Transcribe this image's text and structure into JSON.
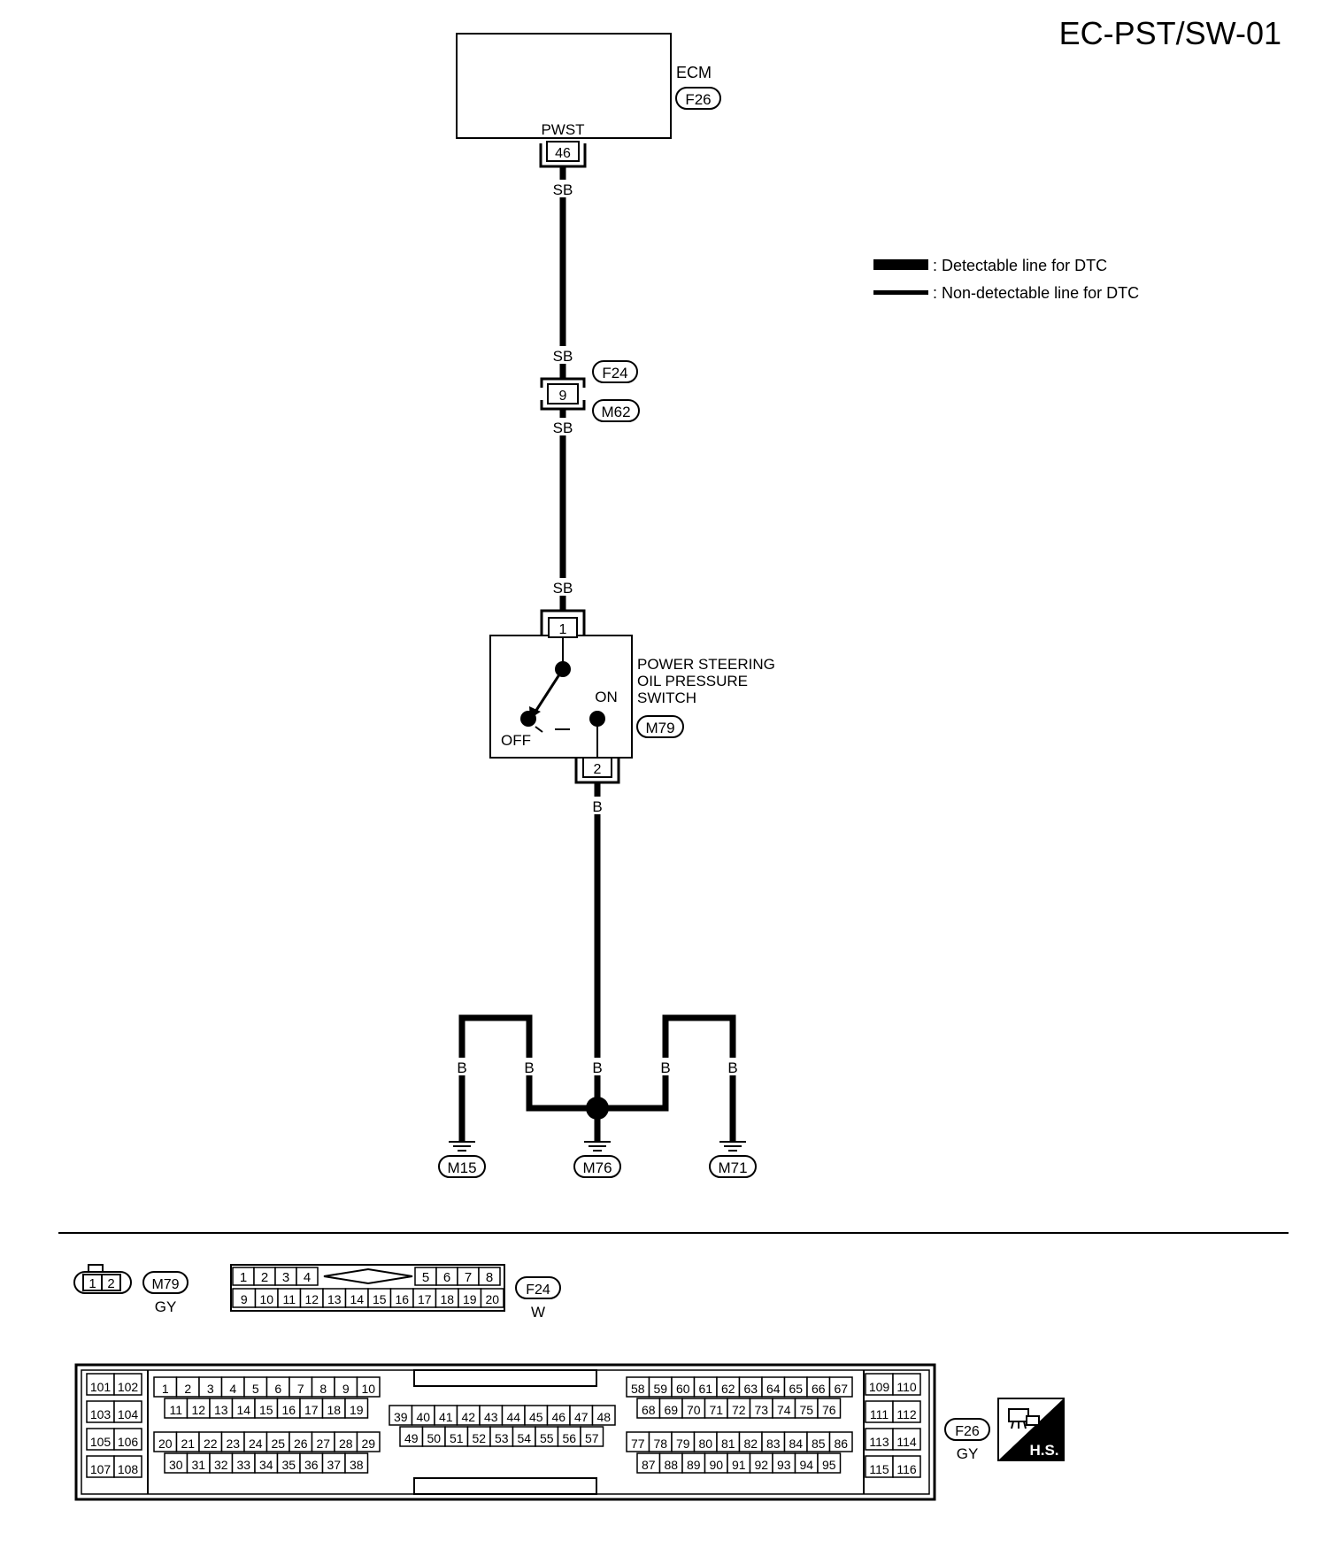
{
  "page_code": "EC-PST/SW-01",
  "legend": {
    "detectable": ": Detectable line for DTC",
    "non_detectable": ": Non-detectable line for DTC"
  },
  "ecm": {
    "name": "ECM",
    "connector": "F26",
    "terminal_name": "PWST",
    "terminal": "46"
  },
  "wires": {
    "sb": "SB",
    "b": "B"
  },
  "joint": {
    "pin": "9",
    "upper_connector": "F24",
    "lower_connector": "M62"
  },
  "switch": {
    "label_lines": [
      "POWER STEERING",
      "OIL PRESSURE",
      "SWITCH"
    ],
    "connector": "M79",
    "pin_top": "1",
    "pin_bottom": "2",
    "state_on": "ON",
    "state_off": "OFF"
  },
  "grounds": [
    "M15",
    "M76",
    "M71"
  ],
  "connector_views": {
    "m79": {
      "id": "M79",
      "color": "GY",
      "pins": [
        "1",
        "2"
      ]
    },
    "f24": {
      "id": "F24",
      "color": "W",
      "row1_left": [
        "1",
        "2",
        "3",
        "4"
      ],
      "row1_right": [
        "5",
        "6",
        "7",
        "8"
      ],
      "row2": [
        "9",
        "10",
        "11",
        "12",
        "13",
        "14",
        "15",
        "16",
        "17",
        "18",
        "19",
        "20"
      ]
    },
    "f26": {
      "id": "F26",
      "color": "GY",
      "left_pairs": [
        [
          "101",
          "102"
        ],
        [
          "103",
          "104"
        ],
        [
          "105",
          "106"
        ],
        [
          "107",
          "108"
        ]
      ],
      "right_pairs": [
        [
          "109",
          "110"
        ],
        [
          "111",
          "112"
        ],
        [
          "113",
          "114"
        ],
        [
          "115",
          "116"
        ]
      ],
      "block1": {
        "rows": [
          [
            "1",
            "2",
            "3",
            "4",
            "5",
            "6",
            "7",
            "8",
            "9",
            "10"
          ],
          [
            "11",
            "12",
            "13",
            "14",
            "15",
            "16",
            "17",
            "18",
            "19"
          ],
          [
            "20",
            "21",
            "22",
            "23",
            "24",
            "25",
            "26",
            "27",
            "28",
            "29"
          ],
          [
            "30",
            "31",
            "32",
            "33",
            "34",
            "35",
            "36",
            "37",
            "38"
          ]
        ]
      },
      "block2": {
        "rows": [
          [
            "39",
            "40",
            "41",
            "42",
            "43",
            "44",
            "45",
            "46",
            "47",
            "48"
          ],
          [
            "49",
            "50",
            "51",
            "52",
            "53",
            "54",
            "55",
            "56",
            "57"
          ]
        ]
      },
      "block3": {
        "rows": [
          [
            "58",
            "59",
            "60",
            "61",
            "62",
            "63",
            "64",
            "65",
            "66",
            "67"
          ],
          [
            "68",
            "69",
            "70",
            "71",
            "72",
            "73",
            "74",
            "75",
            "76"
          ],
          [
            "77",
            "78",
            "79",
            "80",
            "81",
            "82",
            "83",
            "84",
            "85",
            "86"
          ],
          [
            "87",
            "88",
            "89",
            "90",
            "91",
            "92",
            "93",
            "94",
            "95"
          ]
        ]
      }
    }
  },
  "hs_badge": "H.S."
}
